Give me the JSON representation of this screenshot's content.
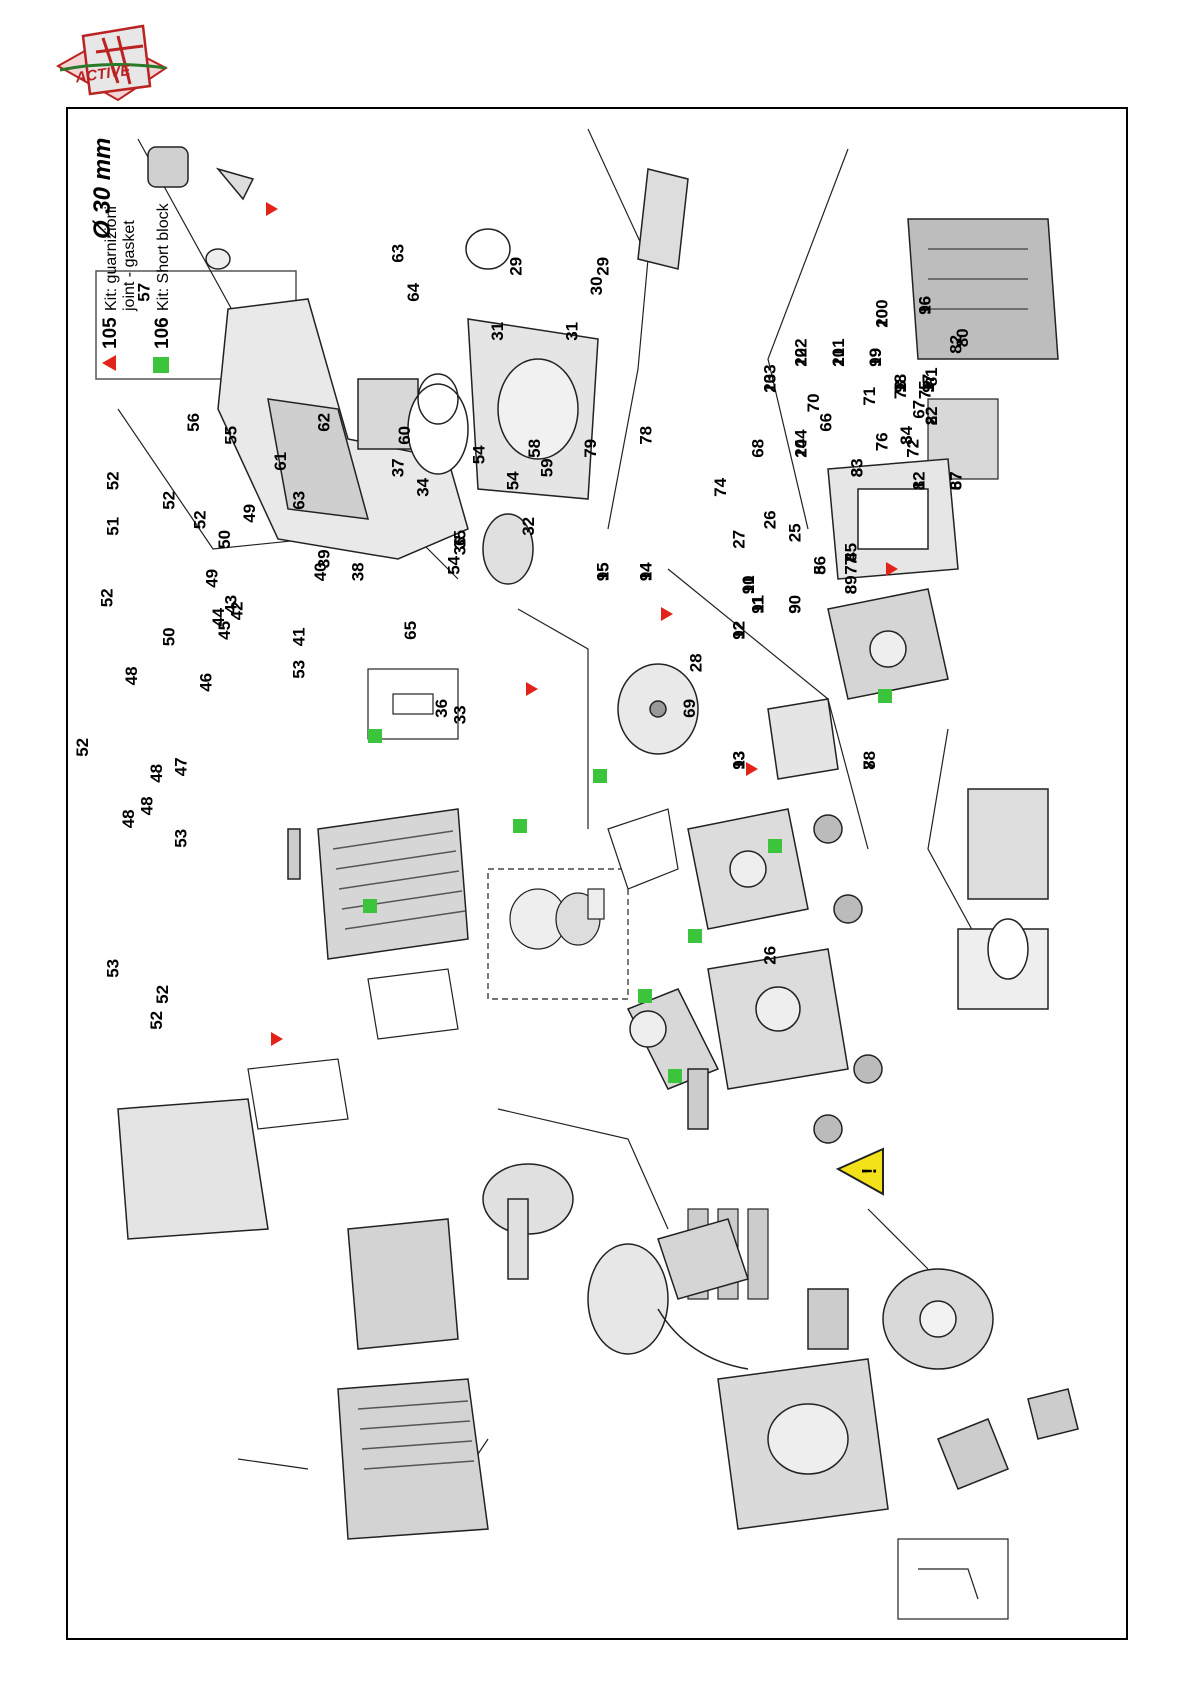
{
  "logo": {
    "text": "ACTIVE"
  },
  "legend": {
    "kit_gasket_number": "105",
    "kit_gasket_text_1": "Kit: guarnizioni",
    "kit_gasket_text_2": "joint - gasket",
    "kit_short_number": "106",
    "kit_short_text": "Kit: Short block",
    "gasket_marker_color": "#e2231a",
    "short_marker_color": "#3cc43c"
  },
  "diameter_label": "Ø 30 mm",
  "warning_symbol": "!",
  "part_numbers": [
    "1",
    "2",
    "3",
    "3",
    "4",
    "5",
    "6",
    "7",
    "8",
    "9",
    "10",
    "11",
    "12",
    "13",
    "14",
    "15",
    "16",
    "17",
    "18",
    "19",
    "20",
    "21",
    "22",
    "23",
    "24",
    "25",
    "26",
    "26",
    "27",
    "28",
    "29",
    "29",
    "30",
    "31",
    "31",
    "32",
    "33",
    "34",
    "35",
    "36",
    "36",
    "37",
    "38",
    "39",
    "40",
    "41",
    "42",
    "43",
    "44",
    "45",
    "46",
    "47",
    "48",
    "48",
    "48",
    "48",
    "49",
    "49",
    "50",
    "50",
    "51",
    "52",
    "52",
    "52",
    "52",
    "52",
    "52",
    "52",
    "53",
    "53",
    "53",
    "54",
    "54",
    "54",
    "55",
    "56",
    "57",
    "58",
    "59",
    "60",
    "61",
    "62",
    "63",
    "63",
    "64",
    "65",
    "66",
    "67",
    "68",
    "69",
    "70",
    "71",
    "72",
    "73",
    "74",
    "75",
    "76",
    "77",
    "78",
    "79",
    "80",
    "81",
    "82",
    "82",
    "82",
    "83",
    "84",
    "85",
    "86",
    "87",
    "88",
    "89",
    "90",
    "91",
    "91",
    "92",
    "93",
    "94",
    "95",
    "96",
    "97",
    "98",
    "99",
    "100",
    "101",
    "102",
    "103",
    "104"
  ]
}
